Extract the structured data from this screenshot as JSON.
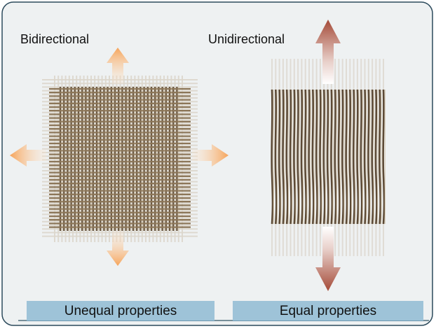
{
  "panels": {
    "left": {
      "title": "Bidirectional",
      "caption": "Unequal properties"
    },
    "right": {
      "title": "Unidirectional",
      "caption": "Equal properties"
    }
  },
  "colors": {
    "background_panel": "#eef1f2",
    "border": "#335566",
    "fiber_dark": "#5a4632",
    "fiber_light": "#b59f7c",
    "fiber_faded": "#e3ddd3",
    "arrow_orange": "#f7a75c",
    "arrow_red": "#a84a3a",
    "caption_bar": "#9ec3d8"
  },
  "icons": {
    "left_arrows": "orange-direction-arrow",
    "right_arrows": "red-tension-arrow"
  }
}
